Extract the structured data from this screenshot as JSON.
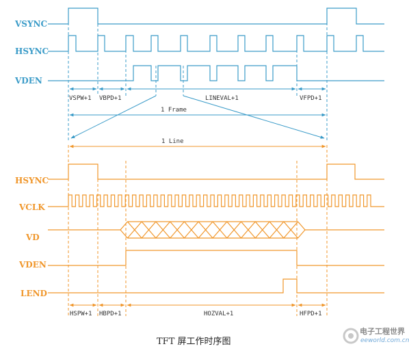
{
  "top": {
    "color": "#3a9bc8",
    "signals": {
      "vsync": "VSYNC",
      "hsync": "HSYNC",
      "vden": "VDEN"
    },
    "segments": {
      "vspw": "VSPW+1",
      "vbpd": "VBPD+1",
      "lineval": "LINEVAL+1",
      "vfpd": "VFPD+1",
      "frame": "1 Frame"
    }
  },
  "bottom": {
    "color": "#f0962a",
    "signals": {
      "hsync": "HSYNC",
      "vclk": "VCLK",
      "vd": "VD",
      "vden": "VDEN",
      "lend": "LEND"
    },
    "segments": {
      "line": "1 Line",
      "hspw": "HSPW+1",
      "hbpd": "HBPD+1",
      "hozval": "HOZVAL+1",
      "hfpd": "HFPD+1"
    }
  },
  "caption": "TFT 屏工作时序图",
  "watermark": {
    "brand": "电子工程世界",
    "site": "eeworld.com.cn"
  }
}
